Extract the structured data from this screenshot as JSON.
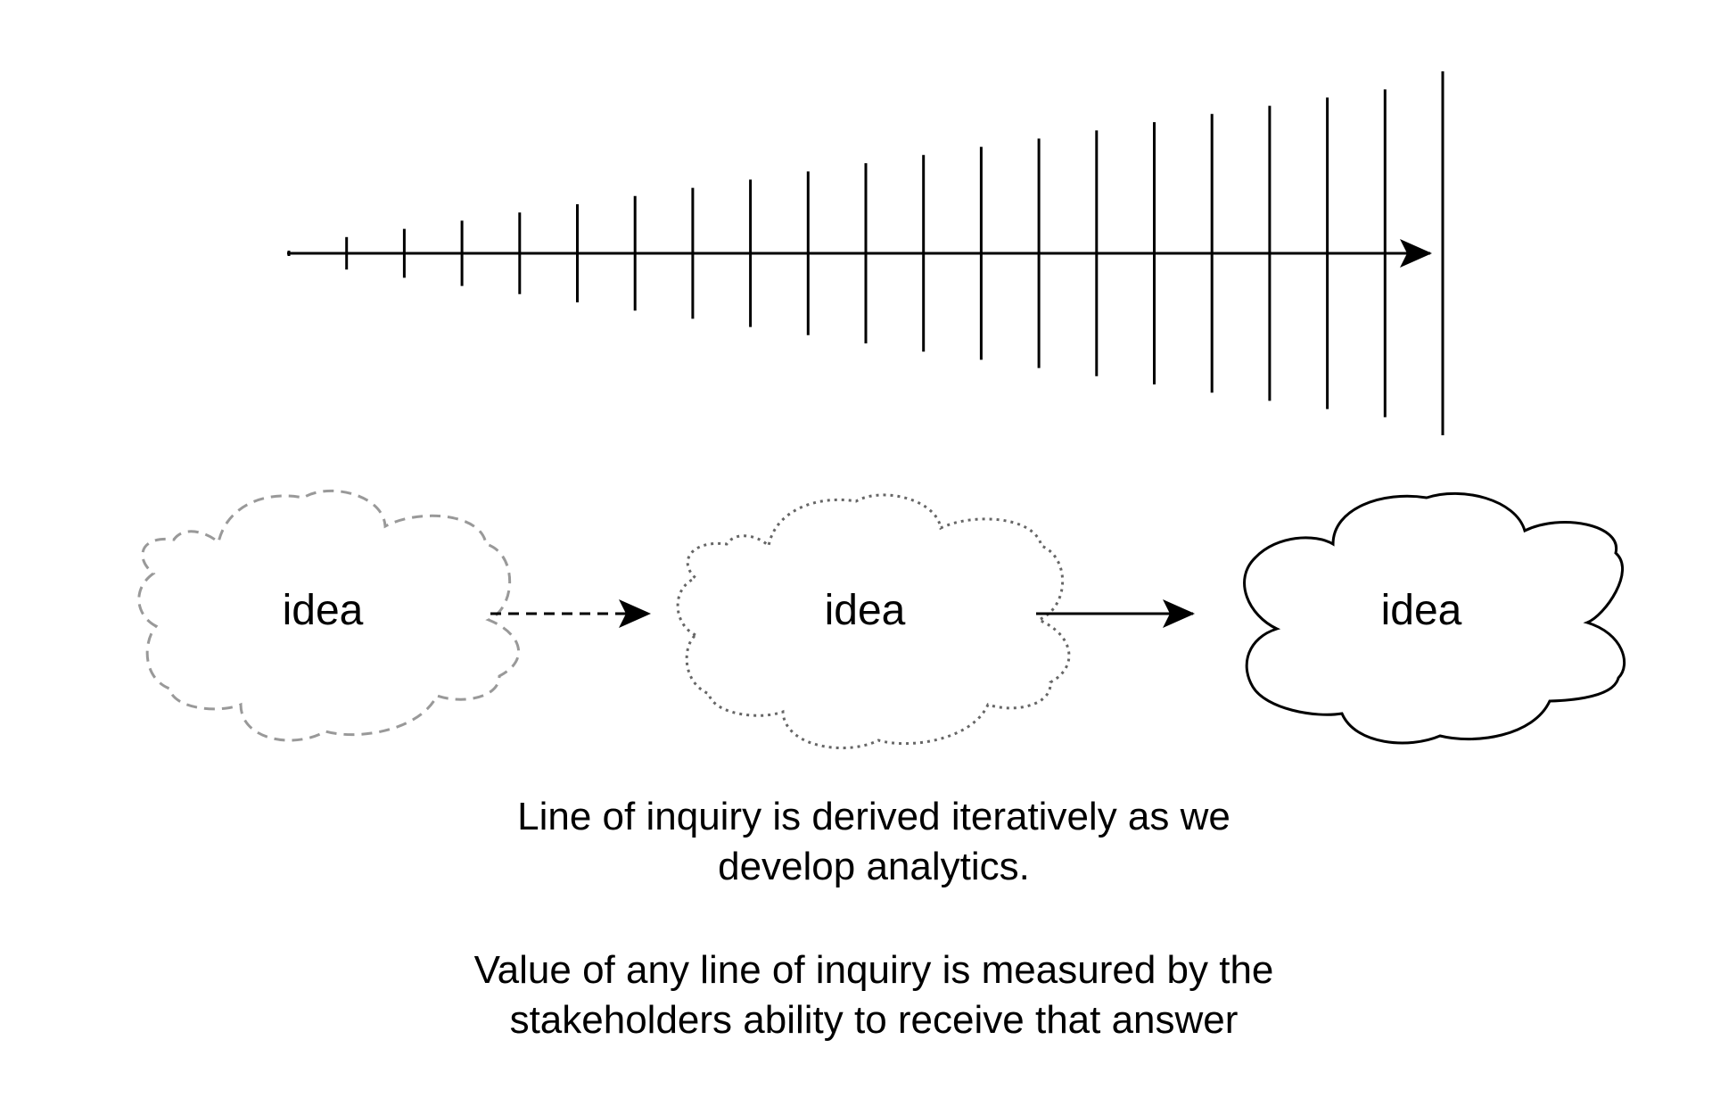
{
  "ideas": {
    "first": {
      "label": "idea",
      "border": "dashed",
      "color": "#999999"
    },
    "second": {
      "label": "idea",
      "border": "dotted",
      "color": "#666666"
    },
    "third": {
      "label": "idea",
      "border": "solid",
      "color": "#000000"
    }
  },
  "connectors": {
    "first_to_second": "dashed-arrow",
    "second_to_third": "solid-arrow"
  },
  "timeline": {
    "style": "arrow with ticks increasing in length",
    "tick_count": 21
  },
  "captions": {
    "line1": "Line of inquiry is derived iteratively as we",
    "line2": "develop analytics.",
    "line3": "Value of any line of inquiry is measured by the",
    "line4": "stakeholders ability to receive that answer"
  }
}
